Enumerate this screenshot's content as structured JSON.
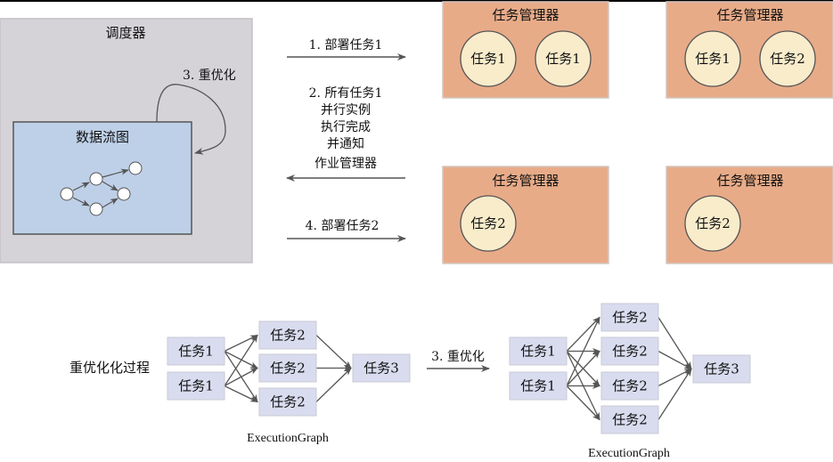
{
  "colors": {
    "scheduler_bg": "#d5d3d8",
    "dataflow_bg": "#bed0e8",
    "taskmanager_bg": "#e8ab88",
    "task_circle_bg": "#f9eccb",
    "node_box_bg": "#d9dcee",
    "arrow": "#555555"
  },
  "scheduler": {
    "title": "调度器",
    "reoptimize_label": "3. 重优化",
    "dataflow_title": "数据流图"
  },
  "messages": {
    "deploy_task1": "1. 部署任务1",
    "completion_lines": [
      "2. 所有任务1",
      "并行实例",
      "执行完成",
      "并通知",
      "作业管理器"
    ],
    "deploy_task2": "4. 部署任务2"
  },
  "task_managers": [
    {
      "title": "任务管理器",
      "tasks": [
        "任务1",
        "任务1"
      ]
    },
    {
      "title": "任务管理器",
      "tasks": [
        "任务1",
        "任务2"
      ]
    },
    {
      "title": "任务管理器",
      "tasks": [
        "任务2"
      ]
    },
    {
      "title": "任务管理器",
      "tasks": [
        "任务2"
      ]
    }
  ],
  "reoptimization": {
    "label": "重优化化过程",
    "arrow_label": "3. 重优化",
    "before": {
      "caption": "ExecutionGraph",
      "sources": [
        "任务1",
        "任务1"
      ],
      "middle": [
        "任务2",
        "任务2",
        "任务2"
      ],
      "sink": "任务3"
    },
    "after": {
      "caption": "ExecutionGraph",
      "sources": [
        "任务1",
        "任务1"
      ],
      "middle": [
        "任务2",
        "任务2",
        "任务2",
        "任务2"
      ],
      "sink": "任务3"
    }
  }
}
